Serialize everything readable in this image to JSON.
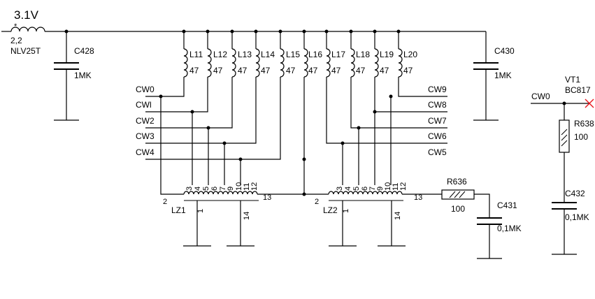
{
  "supply": {
    "label": "3.1V",
    "color": "#e8141b"
  },
  "input_inductor": {
    "value": "2,2",
    "part": "NLV25T"
  },
  "capacitors": {
    "c428": {
      "ref": "C428",
      "value": "1MK"
    },
    "c430": {
      "ref": "C430",
      "value": "1MK"
    },
    "c431": {
      "ref": "C431",
      "value": "0,1MK"
    },
    "c432": {
      "ref": "C432",
      "value": "0,1MK"
    }
  },
  "inductors": [
    {
      "ref": "L11",
      "value": "47"
    },
    {
      "ref": "L12",
      "value": "47"
    },
    {
      "ref": "L13",
      "value": "47"
    },
    {
      "ref": "L14",
      "value": "47"
    },
    {
      "ref": "L15",
      "value": "47"
    },
    {
      "ref": "L16",
      "value": "47"
    },
    {
      "ref": "L17",
      "value": "47"
    },
    {
      "ref": "L18",
      "value": "47"
    },
    {
      "ref": "L19",
      "value": "47"
    },
    {
      "ref": "L20",
      "value": "47"
    }
  ],
  "signals_left": [
    "CW0",
    "CWl",
    "CW2",
    "CW3",
    "CW4"
  ],
  "signals_right": [
    "CW9",
    "CW8",
    "CW7",
    "CW6",
    "CW5"
  ],
  "resistors": {
    "r636": {
      "ref": "R636",
      "value": "100"
    },
    "r638": {
      "ref": "R638",
      "value": "100"
    }
  },
  "transistor": {
    "ref": "VT1",
    "part": "BC817",
    "net": "CW0",
    "x_color": "#e8141b"
  },
  "lz1": {
    "ref": "LZ1",
    "left_pin": "2",
    "right_pin": "13",
    "bottom_pins": [
      "1",
      "14"
    ],
    "taps": [
      "3",
      "4",
      "5",
      "6",
      "7",
      "9",
      "10",
      "11",
      "12"
    ]
  },
  "lz2": {
    "ref": "LZ2",
    "left_pin": "2",
    "right_pin": "13",
    "bottom_pins": [
      "1",
      "14"
    ],
    "taps": [
      "3",
      "4",
      "5",
      "6",
      "7",
      "9",
      "10",
      "11",
      "12"
    ]
  }
}
